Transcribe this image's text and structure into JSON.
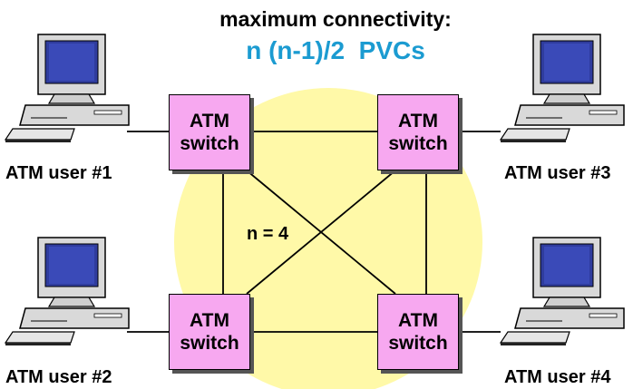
{
  "heading": "maximum connectivity:",
  "formula": "n (n-1)/2  PVCs",
  "n_label": "n = 4",
  "switches": [
    {
      "line1": "ATM",
      "line2": "switch"
    },
    {
      "line1": "ATM",
      "line2": "switch"
    },
    {
      "line1": "ATM",
      "line2": "switch"
    },
    {
      "line1": "ATM",
      "line2": "switch"
    }
  ],
  "users": [
    {
      "label": "ATM user #1"
    },
    {
      "label": "ATM user #2"
    },
    {
      "label": "ATM user #3"
    },
    {
      "label": "ATM user #4"
    }
  ],
  "colors": {
    "switch_fill": "#f7a8f0",
    "network_circle": "#fff9a8",
    "formula": "#1b9bd1",
    "monitor_screen": "#2f3c9e",
    "computer_body": "#d9d9d9"
  }
}
